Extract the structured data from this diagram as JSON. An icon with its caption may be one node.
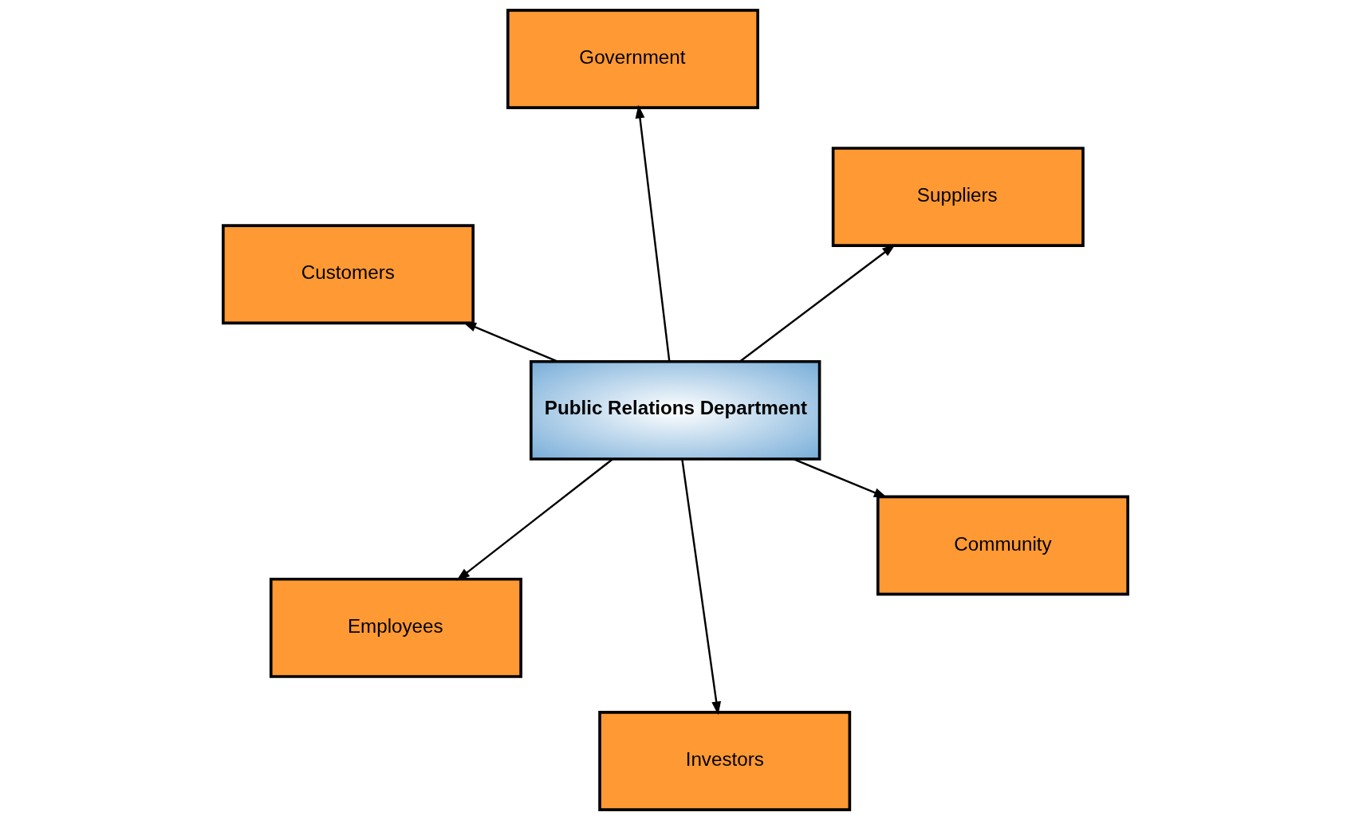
{
  "diagram": {
    "nodes": [
      {
        "text": [
          "Customers"
        ]
      },
      {
        "text": [
          "Community"
        ]
      },
      {
        "text": [
          "Investors"
        ]
      },
      {
        "text": [
          "Public Relations Department"
        ]
      },
      {
        "text": [
          "Suppliers"
        ]
      },
      {
        "text": [
          "Government"
        ]
      },
      {
        "text": [
          "Employees"
        ]
      }
    ],
    "edges": [
      {
        "from": 3,
        "to": 0,
        "arrow": "to"
      },
      {
        "from": 3,
        "to": 1,
        "arrow": "to"
      },
      {
        "from": 3,
        "to": 2,
        "arrow": "to"
      },
      {
        "from": 3,
        "to": 4,
        "arrow": "to"
      },
      {
        "from": 3,
        "to": 5,
        "arrow": "to"
      },
      {
        "from": 3,
        "to": 6,
        "arrow": "to"
      }
    ]
  }
}
